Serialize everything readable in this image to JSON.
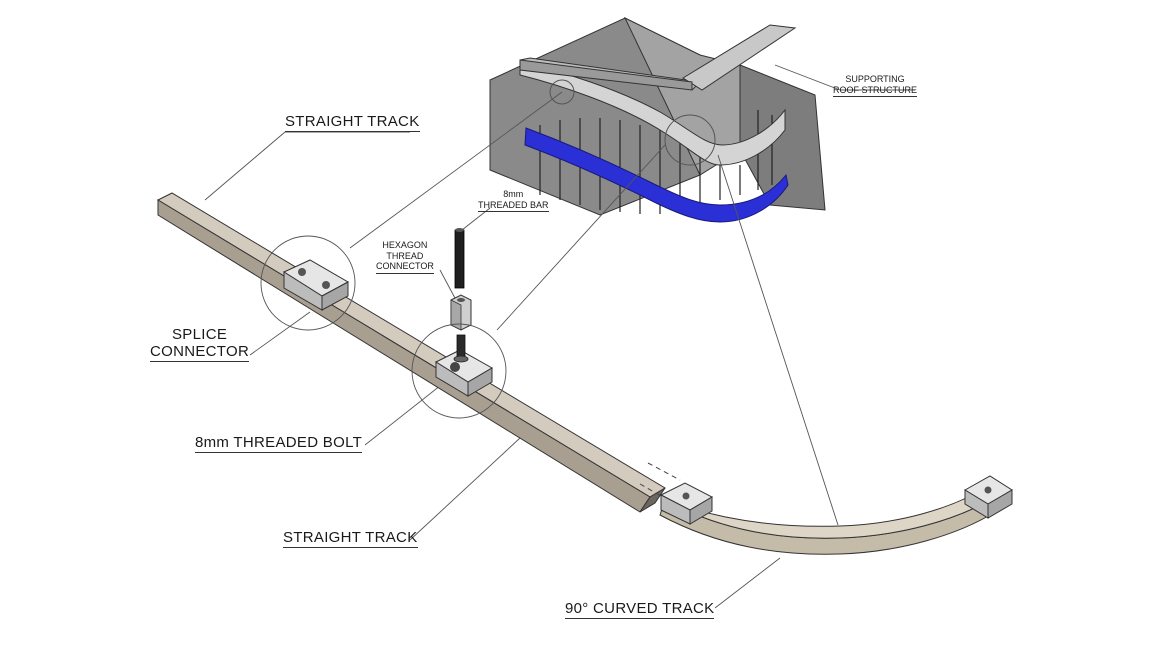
{
  "labels": {
    "straight_track_top": "STRAIGHT TRACK",
    "splice_connector_1": "SPLICE",
    "splice_connector_2": "CONNECTOR",
    "threaded_bolt": "8mm THREADED BOLT",
    "straight_track_bottom": "STRAIGHT TRACK",
    "curved_track": "90° CURVED TRACK",
    "threaded_bar_1": "8mm",
    "threaded_bar_2": "THREADED BAR",
    "hex_connector_1": "HEXAGON",
    "hex_connector_2": "THREAD",
    "hex_connector_3": "CONNECTOR",
    "roof_structure_1": "SUPPORTING",
    "roof_structure_2": "ROOF STRUCTURE"
  },
  "colors": {
    "track_face": "#c9c0b1",
    "track_side": "#a69d8e",
    "curtain": "#2a2fd6",
    "connector": "#d8d8d8",
    "wall": "#8f8f8f",
    "line": "#444444"
  }
}
